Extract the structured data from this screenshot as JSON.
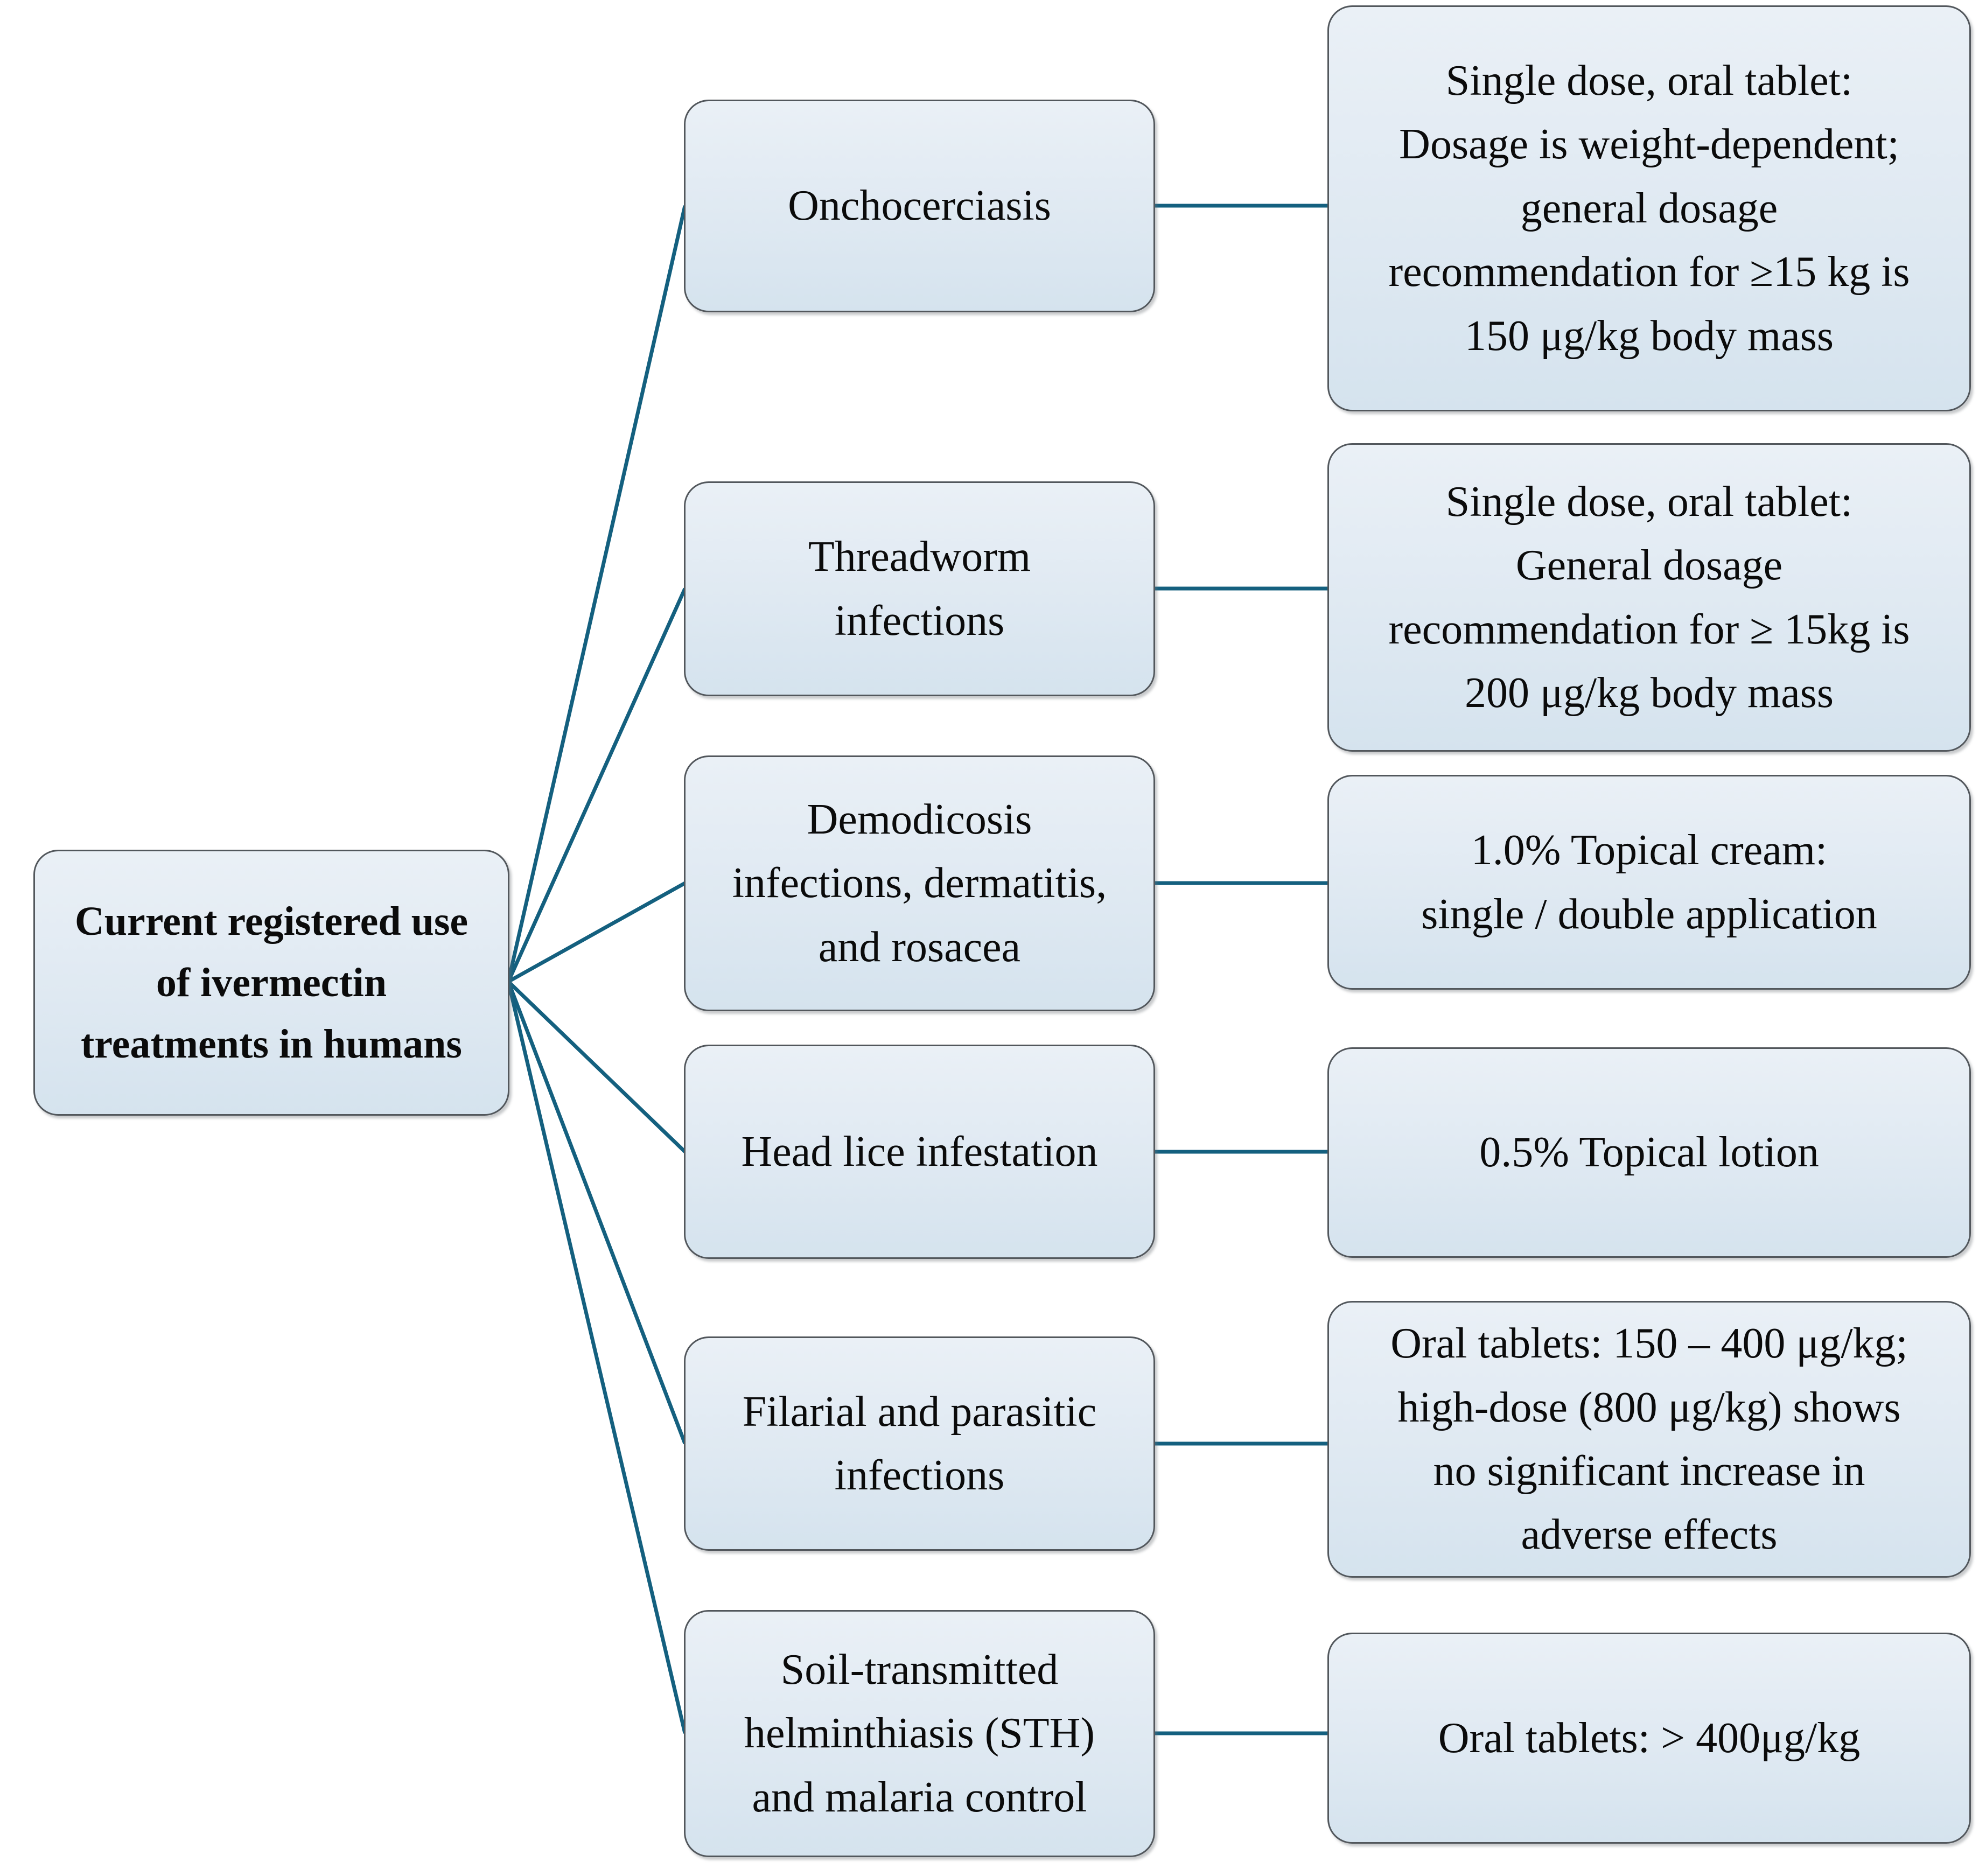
{
  "diagram": {
    "root_label": "Current registered use\nof ivermectin\ntreatments in humans",
    "colors": {
      "background": "#ffffff",
      "connector": "#14607f",
      "box-border": "#52575c",
      "box-fill-top": "#eaf0f6",
      "box-fill-mid": "#dfe9f2",
      "box-fill-bottom": "#d5e3ee",
      "text": "#0b0b0b"
    },
    "rows": [
      {
        "condition": "Onchocerciasis",
        "treatment": "Single dose, oral tablet:\nDosage is weight-dependent;\ngeneral dosage\nrecommendation for ≥15 kg is\n150 μg/kg body mass"
      },
      {
        "condition": "Threadworm\ninfections",
        "treatment": "Single dose, oral tablet:\nGeneral dosage\nrecommendation for ≥ 15kg is\n200 μg/kg body mass"
      },
      {
        "condition": "Demodicosis\ninfections, dermatitis,\nand rosacea",
        "treatment": "1.0% Topical cream:\nsingle / double application"
      },
      {
        "condition": "Head lice infestation",
        "treatment": "0.5% Topical lotion"
      },
      {
        "condition": "Filarial and parasitic\ninfections",
        "treatment": "Oral tablets: 150 – 400 μg/kg;\nhigh-dose (800 μg/kg) shows\nno significant increase in\nadverse effects"
      },
      {
        "condition": "Soil-transmitted\nhelminthiasis (STH)\nand malaria control",
        "treatment": "Oral tablets: > 400μg/kg"
      }
    ]
  }
}
